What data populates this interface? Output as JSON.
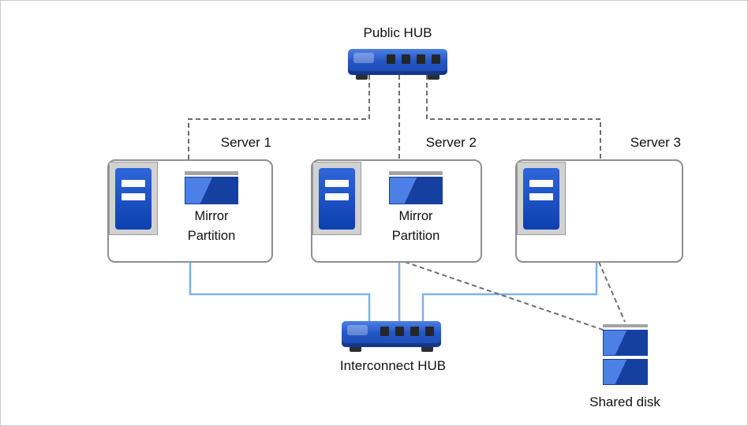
{
  "colors": {
    "accent_blue": "#2457c5",
    "accent_blue_light": "#4d80e6",
    "accent_blue_dark": "#16409f",
    "link_blue": "#7fb2e8",
    "dashed_gray": "#6e6e6e",
    "box_border_gray": "#8f8f8f",
    "panel_gray": "#d2d2d2",
    "port_dark": "#23262b",
    "text_color": "#111111"
  },
  "diagram": {
    "public_hub": {
      "label": "Public HUB"
    },
    "interconnect_hub": {
      "label": "Interconnect HUB"
    },
    "servers": [
      {
        "label": "Server 1",
        "partition": "Mirror Partition"
      },
      {
        "label": "Server 2",
        "partition": "Mirror Partition"
      },
      {
        "label": "Server 3"
      }
    ],
    "shared_disk": {
      "label": "Shared disk"
    }
  }
}
